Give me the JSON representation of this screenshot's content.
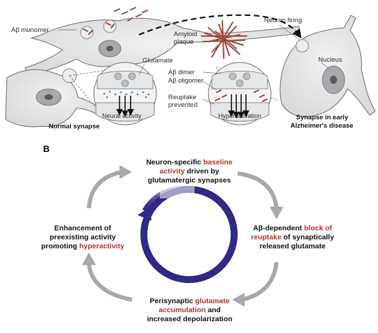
{
  "panel_a": {
    "labels": {
      "abeta_monomer": "Aβ monomer",
      "glutamate": "Glutamate",
      "amyloid_plaque_line1": "Amyloid",
      "amyloid_plaque_line2": "plaque",
      "neuron_firing": "Neuron firing",
      "nucleus": "Nucleus",
      "abeta_dimer": "Aβ dimer",
      "abeta_oligomer": "Aβ oligomer",
      "reuptake_line1": "Reuptake",
      "reuptake_line2": "prevented",
      "neural_activity": "Neural activity",
      "hyperactivation": "Hyperactivation",
      "normal_synapse": "Normal synapse",
      "early_ad_line1": "Synapse in early",
      "early_ad_line2": "Alzheimer's disease"
    }
  },
  "panel_b": {
    "letter": "B",
    "top": {
      "pre": "Neuron-specific ",
      "hl1": "baseline",
      "hl2": "activity",
      "post1": " driven by",
      "post2": "glutamatergic synapses"
    },
    "right": {
      "pre": "Aβ-dependent ",
      "hl1": "block of",
      "hl2": "reuptake",
      "post1": " of synaptically",
      "post2": "released glutamate"
    },
    "bottom": {
      "pre": "Perisynaptic ",
      "hl1": "glutamate",
      "hl2": "accumulation",
      "post1": " and",
      "post2": "increased depolarization"
    },
    "left": {
      "line1": "Enhancement of",
      "line2": "preexisting activity",
      "pre3": "promoting ",
      "hl3": "hyperactivity"
    }
  },
  "colors": {
    "neuron_fill": "#e6e7e8",
    "neuron_stroke": "#6d6e71",
    "highlight_red": "#b5312a",
    "cycle_blue": "#2e2a86",
    "arrow_gray": "#a7a9ac",
    "amyloid": "#a0483a",
    "glutamate_dot": "#5a7fa8"
  },
  "icons": [
    "neuron-cell",
    "synapse-zoom-circle",
    "amyloid-plaque",
    "cycle-ring",
    "curved-arrow"
  ]
}
